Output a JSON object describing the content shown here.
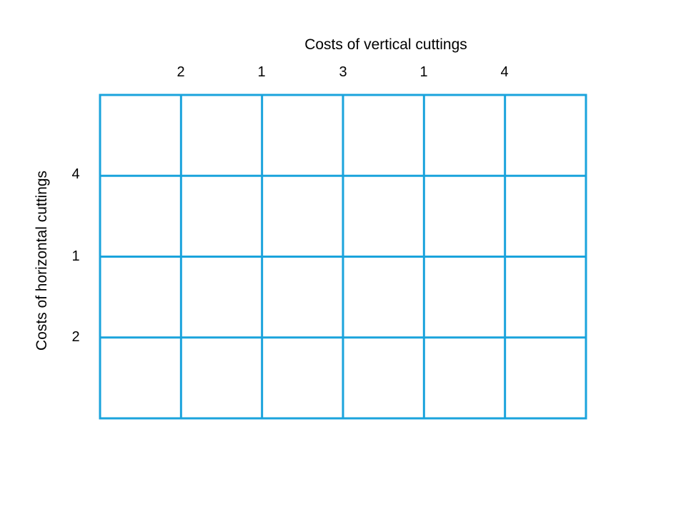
{
  "diagram": {
    "vertical_label": "Costs of vertical cuttings",
    "horizontal_label": "Costs of horizontal cuttings",
    "vertical_costs": [
      "2",
      "1",
      "3",
      "1",
      "4"
    ],
    "horizontal_costs": [
      "4",
      "1",
      "2"
    ],
    "grid_columns": 6,
    "grid_rows": 4,
    "line_color": "#1aa3dc"
  }
}
